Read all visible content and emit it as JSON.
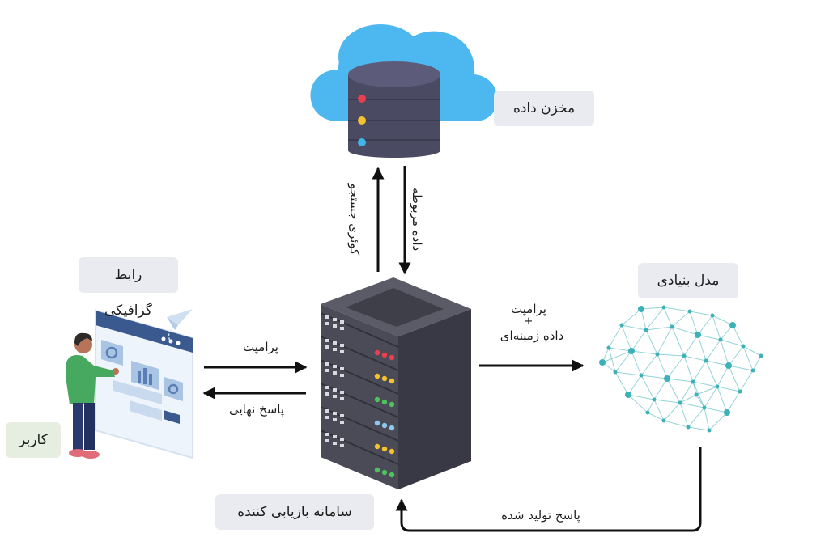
{
  "nodes": {
    "data_store": "مخزن داده",
    "gui": "رابط گرافیکی",
    "user": "کاربر",
    "foundation_model": "مدل بنیادی",
    "retrieval_system": "سامانه بازیابی کننده"
  },
  "edges": {
    "prompt_in": "پرامپت",
    "final_answer": "پاسخ نهایی",
    "prompt_context_line1": "پرامپت",
    "prompt_context_plus": "+",
    "prompt_context_line2": "داده زمینه‌ای",
    "generated_answer": "پاسخ تولید شده",
    "related_data": "داده مربوطه",
    "query": "کوئری جستجو"
  },
  "icons": [
    "cloud-icon",
    "database-icon",
    "server-rack-icon",
    "gui-window-icon",
    "user-icon",
    "paper-plane-icon",
    "neural-network-brain-icon"
  ],
  "colors": {
    "cloud": "#4db8ef",
    "db_body": "#4a4a63",
    "server_body": "#4a4b57",
    "label_bg": "#e9ebf0",
    "user_label_bg": "#e5eee1",
    "network": "#3db1b7"
  }
}
